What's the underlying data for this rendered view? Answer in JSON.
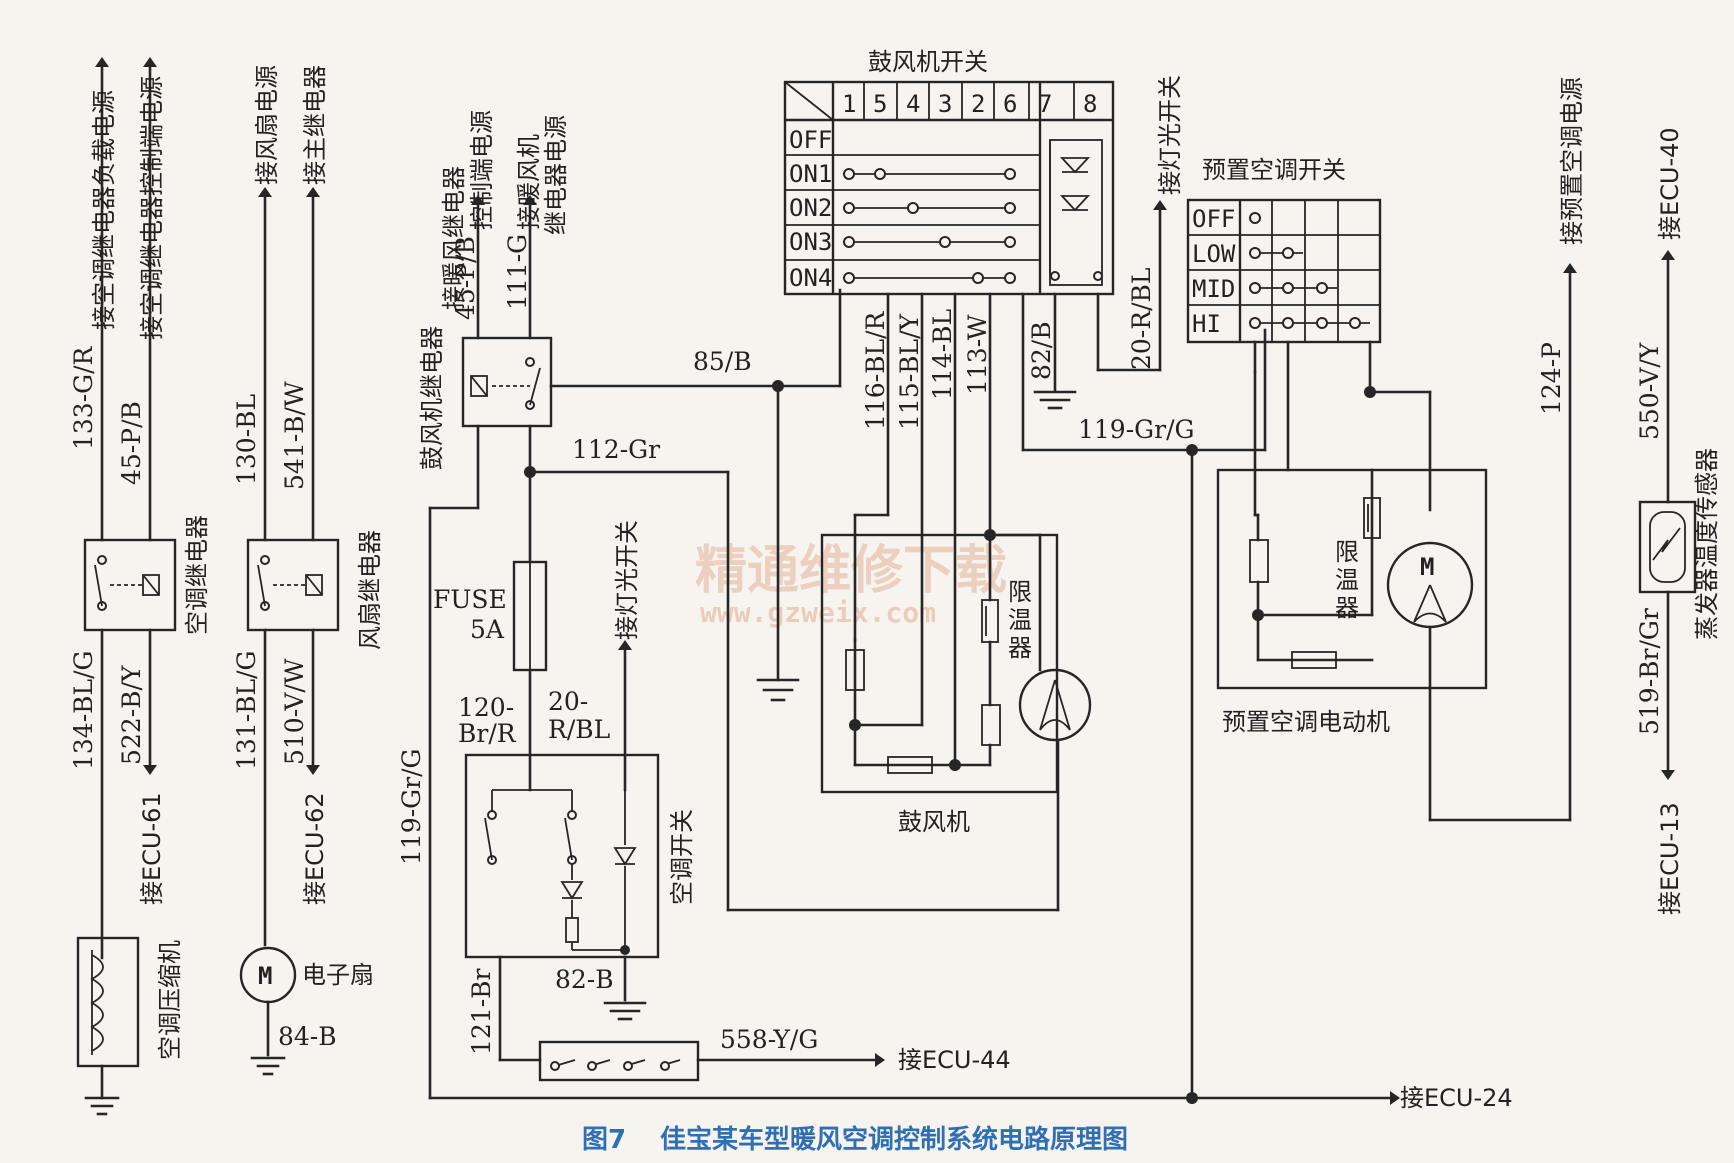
{
  "caption": {
    "figure_no": "图7",
    "title": "佳宝某车型暖风空调控制系统电路原理图",
    "color": "#2f6fb3"
  },
  "watermark": {
    "cn": "精通维修下载",
    "url": "www.gzweix.com",
    "color": "#e2b39a"
  },
  "compressor_section": {
    "wire_top_left": "133-G/R",
    "wire_top_right": "45-P/B",
    "label_load_power": "接空调继电器负载电源",
    "label_ctrl_power": "接空调继电器控制端电源",
    "relay_name": "空调继电器",
    "wire_bottom_left": "134-BL/G",
    "wire_bottom_right": "522-B/Y",
    "ecu": "接ECU-61",
    "compressor_name": "空调压缩机"
  },
  "fan_section": {
    "wire_top_left": "130-BL",
    "wire_top_right": "541-B/W",
    "label_fan_power": "接风扇电源",
    "label_main_relay": "接主继电器",
    "relay_name": "风扇继电器",
    "wire_bottom_left": "131-BL/G",
    "wire_bottom_right": "510-V/W",
    "ecu": "接ECU-62",
    "fan_name": "电子扇",
    "ground_wire": "84-B",
    "motor_symbol": "M"
  },
  "blower_relay_section": {
    "label_relay_ctrl_power": "接暖风继电器控制端电源",
    "label_relay_power": "接暖风机继电器电源",
    "wire_45": "45-P/B",
    "wire_111": "111-G",
    "relay_name": "鼓风机继电器",
    "wire_85": "85/B",
    "wire_112": "112-Gr",
    "fuse_label": "FUSE",
    "fuse_rating": "5A",
    "wire_119_left": "119-Gr/G",
    "light_switch_label": "接灯光开关"
  },
  "ac_switch_section": {
    "wire_120_a": "120-",
    "wire_120_b": "Br/R",
    "wire_20_a": "20-",
    "wire_20_b": "R/BL",
    "switch_name": "空调开关",
    "wire_82": "82-B",
    "wire_121": "121-Br",
    "wire_558": "558-Y/G",
    "ecu_44": "接ECU-44",
    "ecu_24": "接ECU-24"
  },
  "blower_switch": {
    "title": "鼓风机开关",
    "columns": [
      "1",
      "5",
      "4",
      "3",
      "2",
      "6",
      "7",
      "8"
    ],
    "rows": [
      "OFF",
      "ON1",
      "ON2",
      "ON3",
      "ON4"
    ],
    "light_switch_label": "接灯光开关",
    "wire_20": "20-R/BL",
    "wire_116": "116-BL/R",
    "wire_115": "115-BL/Y",
    "wire_114": "114-BL",
    "wire_113": "113-W",
    "wire_82": "82/B",
    "wire_119": "119-Gr/G"
  },
  "blower_motor": {
    "name": "鼓风机",
    "limiter": "限温器"
  },
  "preset_switch": {
    "title": "预置空调开关",
    "rows": [
      "OFF",
      "LOW",
      "MID",
      "HI"
    ]
  },
  "preset_motor": {
    "name": "预置空调电动机",
    "limiter": "限温器",
    "motor_symbol": "M"
  },
  "right_section": {
    "label_preset_power": "接预置空调电源",
    "wire_124": "124-P",
    "ecu_40": "接ECU-40",
    "wire_550": "550-V/Y",
    "sensor_name": "蒸发器温度传感器",
    "wire_519": "519-Br/Gr",
    "ecu_13": "接ECU-13"
  }
}
